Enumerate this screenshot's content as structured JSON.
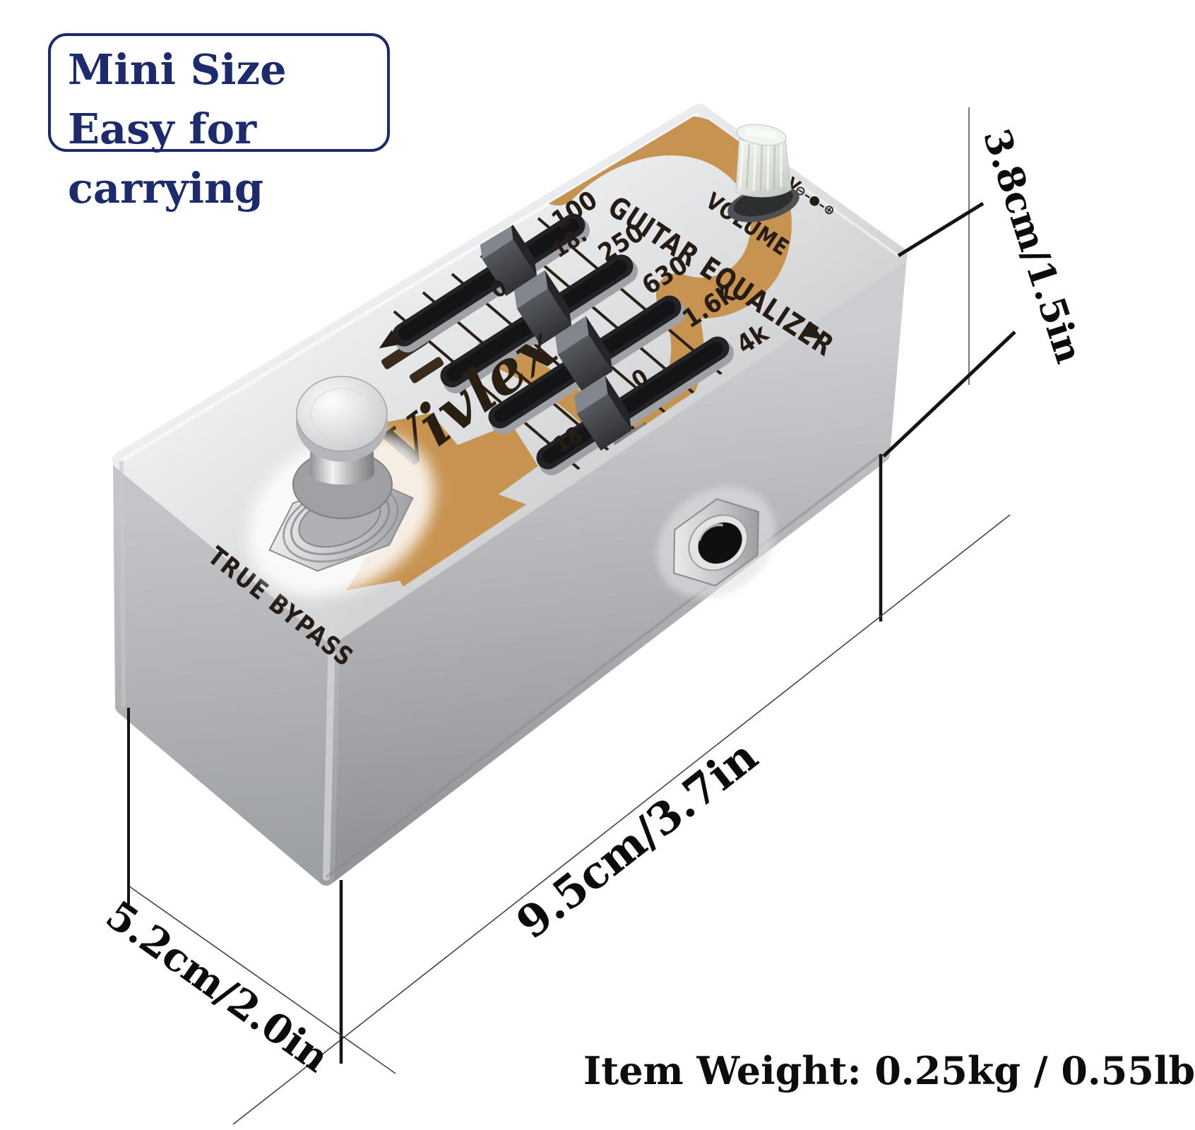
{
  "badge": {
    "line1": "Mini Size",
    "line2": "Easy for carrying",
    "border_color": "#1d2b6e",
    "text_color": "#1c2a6e"
  },
  "pedal": {
    "brand": "Vivlex",
    "name": "GUITAR EQUALIZER",
    "volume_label": "VOLUME",
    "bypass_label": "TRUE BYPASS",
    "power_label": "9V",
    "polarity_symbols": "⊖–●–⊕",
    "eq_bands": [
      "100",
      "250",
      "630",
      "1.6k",
      "4k"
    ],
    "scale": {
      "top": "18.",
      "mid_left": "0",
      "mid_right": "0",
      "bottom": "18"
    },
    "accent_color": "#c79350",
    "body_finish": "silver"
  },
  "dimensions": {
    "height_label": "3.8cm/1.5in",
    "length_label": "9.5cm/3.7in",
    "width_label": "5.2cm/2.0in"
  },
  "weight_note": {
    "label": "Item Weight:",
    "value": "0.25kg / 0.55lb"
  }
}
